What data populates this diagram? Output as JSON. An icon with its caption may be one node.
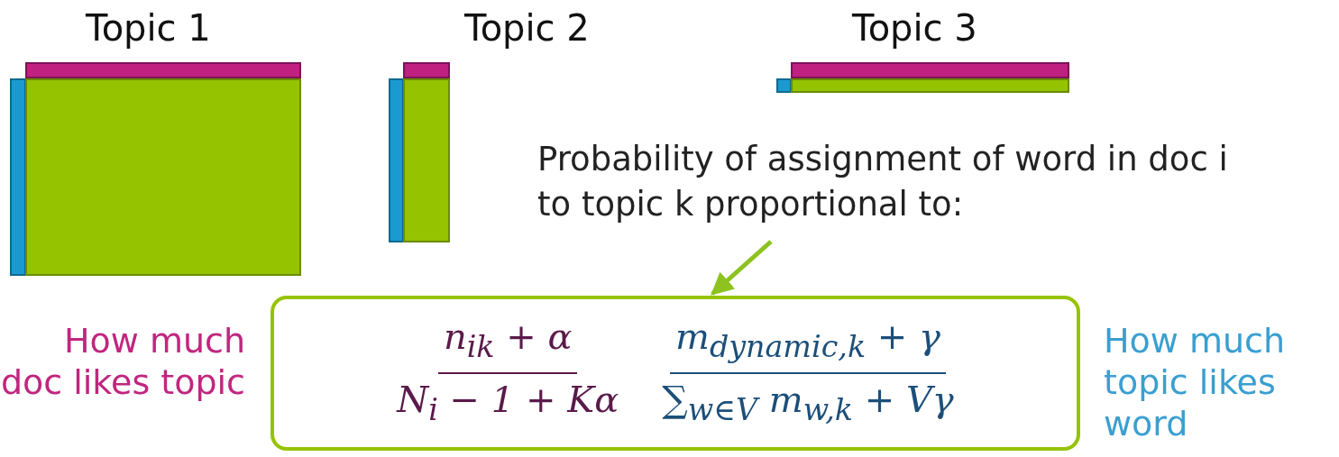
{
  "diagram": {
    "nodes": [
      {
        "text": [
          "Probability of assignment of word in doc i to topic k proportional to:"
        ]
      },
      {
        "text": [
          "n$_{ik}$ + α",
          "N$_{i}$ − 1 + Kα",
          "m$_{dynamic,k}$ + γ",
          "∑$_{w∈V}$ m$_{w,k}$ + Vγ"
        ]
      }
    ],
    "edges": [
      {
        "from": 0,
        "to": 1,
        "arrow": "to",
        "color": "#8dc21f"
      }
    ],
    "labels": [
      "Topic 1",
      "Topic 2",
      "Topic 3",
      "How much doc likes topic",
      "How much topic likes word"
    ]
  }
}
